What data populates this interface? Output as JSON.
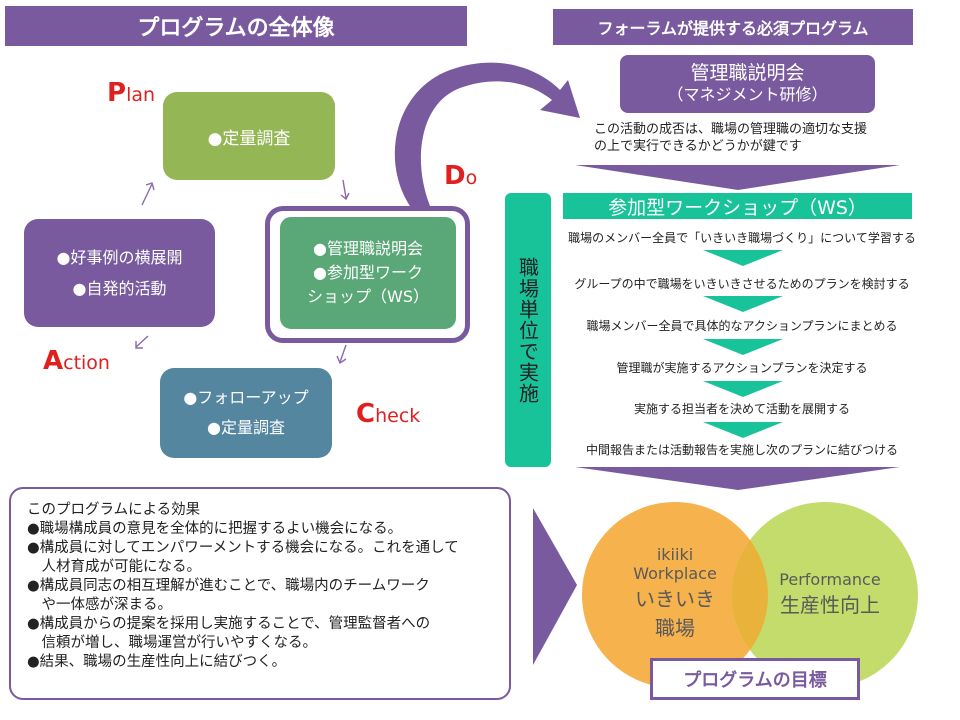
{
  "left_banner": "プログラムの全体像",
  "right_banner": "フォーラムが提供する必須プログラム",
  "pdca": {
    "plan": {
      "letter": "P",
      "rest": "lan"
    },
    "do": {
      "letter": "D",
      "rest": "o"
    },
    "check": {
      "letter": "C",
      "rest": "heck"
    },
    "action": {
      "letter": "A",
      "rest": "ction"
    }
  },
  "boxes": {
    "plan_item": "●定量調査",
    "do_item1": "●管理職説明会",
    "do_item2": "●参加型ワーク",
    "do_item3": "ショップ（WS）",
    "check_item1": "●フォローアップ",
    "check_item2": "●定量調査",
    "action_item1": "●好事例の横展開",
    "action_item2": "●自発的活動"
  },
  "mgmt": {
    "title": "管理職説明会",
    "subtitle": "（マネジメント研修）",
    "desc1": "この活動の成否は、職場の管理職の適切な支援",
    "desc2": "の上で実行できるかどうかが鍵です"
  },
  "ws_title": "参加型ワークショップ（WS）",
  "vertical_label": "職場単位で実施",
  "ws_steps": [
    "職場のメンバー全員で「いきいき職場づくり」について学習する",
    "グループの中で職場をいきいきさせるためのプランを検討する",
    "職場メンバー全員で具体的なアクションプランにまとめる",
    "管理職が実施するアクションプランを決定する",
    "実施する担当者を決めて活動を展開する",
    "中間報告または活動報告を実施し次のプランに結びつける"
  ],
  "effects": {
    "heading": "このプログラムによる効果",
    "items": [
      "●職場構成員の意見を全体的に把握するよい機会になる。",
      "●構成員に対してエンパワーメントする機会になる。これを通して",
      "　人材育成が可能になる。",
      "●構成員同志の相互理解が進むことで、職場内のチームワーク",
      "　や一体感が深まる。",
      "●構成員からの提案を採用し実施することで、管理監督者への",
      "　信頼が増し、職場運営が行いやすくなる。",
      "●結果、職場の生産性向上に結びつく。"
    ]
  },
  "venn": {
    "left_en1": "ikiiki",
    "left_en2": "Workplace",
    "left_jp1": "いきいき",
    "left_jp2": "職場",
    "right_en": "Performance",
    "right_jp": "生産性向上"
  },
  "goal": "プログラムの目標",
  "colors": {
    "purple": "#7a5a9e",
    "plan_green": "#94b655",
    "do_green": "#5aa877",
    "check_blue": "#5486a0",
    "teal": "#19c39a",
    "venn_orange": "#f6b24d",
    "venn_green": "#c3dc6b"
  }
}
